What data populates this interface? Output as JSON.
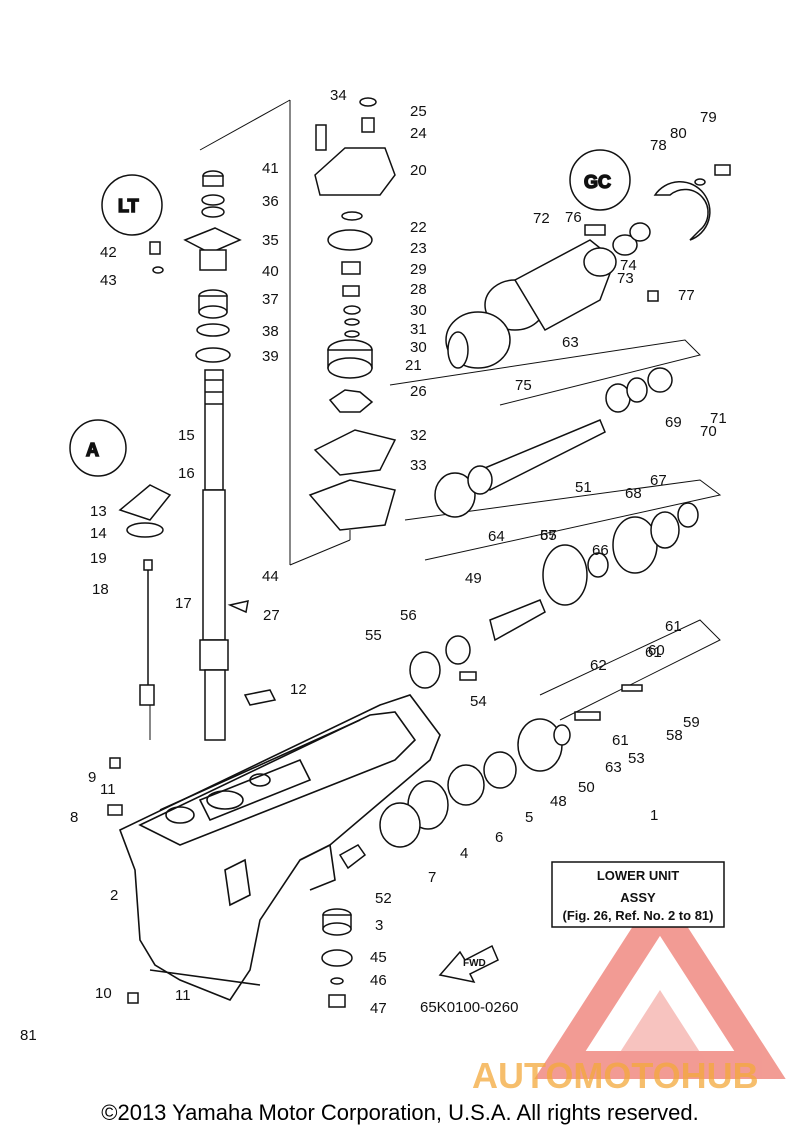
{
  "diagram": {
    "code": "65K0100-0260",
    "ref_box": {
      "line1": "LOWER UNIT",
      "line2": "ASSY",
      "line3": "(Fig. 26, Ref. No. 2 to 81)"
    },
    "fwd_label": "FWD",
    "watermark": "AUTOMOTOHUB",
    "copyright": "©2013 Yamaha Motor Corporation, U.S.A. All rights reserved.",
    "callouts": [
      "1",
      "2",
      "3",
      "4",
      "5",
      "6",
      "7",
      "8",
      "9",
      "10",
      "11",
      "11",
      "12",
      "13",
      "14",
      "15",
      "16",
      "17",
      "18",
      "19",
      "20",
      "21",
      "22",
      "23",
      "24",
      "25",
      "26",
      "27",
      "28",
      "29",
      "30",
      "30",
      "31",
      "32",
      "33",
      "34",
      "35",
      "36",
      "37",
      "38",
      "39",
      "40",
      "41",
      "42",
      "43",
      "44",
      "45",
      "46",
      "47",
      "48",
      "49",
      "50",
      "51",
      "52",
      "53",
      "54",
      "55",
      "56",
      "57",
      "58",
      "59",
      "60",
      "61",
      "61",
      "61",
      "62",
      "63",
      "63",
      "64",
      "65",
      "66",
      "67",
      "68",
      "69",
      "70",
      "71",
      "72",
      "73",
      "74",
      "75",
      "76",
      "77",
      "78",
      "79",
      "80",
      "81"
    ]
  },
  "colors": {
    "line": "#111111",
    "watermark_red": "#e84a3d",
    "watermark_orange": "#f4a93b",
    "watermark_gray": "#8c8c8c"
  }
}
